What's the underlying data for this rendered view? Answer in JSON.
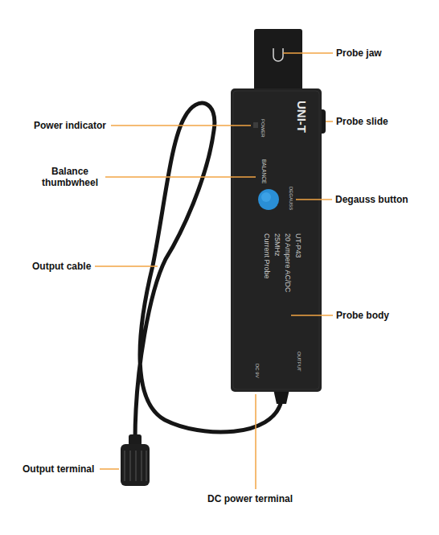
{
  "diagram": {
    "labels": [
      "Probe jaw",
      "Probe slide",
      "Power indicator",
      "Balance thumbwheel",
      "Degauss button",
      "Output cable",
      "Probe body",
      "Output terminal",
      "DC power terminal",
      "UNI-T",
      "POWER",
      "BALANCE",
      "DEGAUSS",
      "UT-P43",
      "20 Ampere AC/DC",
      "25MHz",
      "Current Probe",
      "OUTPUT",
      "DC 9V"
    ]
  }
}
